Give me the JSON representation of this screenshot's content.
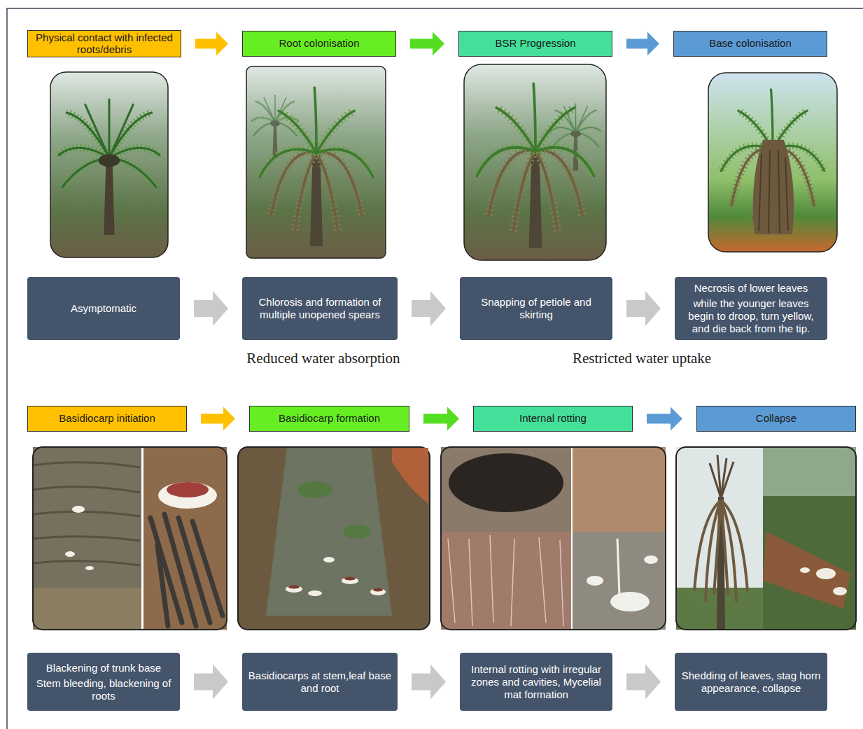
{
  "diagram": {
    "nodes": [
      {
        "text": [
          "Physical contact with infected roots/debris"
        ]
      },
      {
        "text": [
          "Root colonisation"
        ]
      },
      {
        "text": [
          "BSR Progression"
        ]
      },
      {
        "text": [
          "Base colonisation"
        ]
      },
      {
        "text": [
          "Asymptomatic"
        ]
      },
      {
        "text": [
          "Chlorosis and formation of multiple unopened spears"
        ]
      },
      {
        "text": [
          "Snapping of petiole and skirting"
        ]
      },
      {
        "text": [
          "Necrosis of lower leaves",
          "while the younger leaves begin to droop, turn yellow, and die back from the tip."
        ]
      },
      {
        "text": [
          "Basidiocarp initiation"
        ]
      },
      {
        "text": [
          "Basidiocarp formation"
        ]
      },
      {
        "text": [
          "Internal rotting"
        ]
      },
      {
        "text": [
          "Collapse"
        ]
      },
      {
        "text": [
          "Blackening of trunk base",
          "Stem bleeding, blackening of roots"
        ]
      },
      {
        "text": [
          "Basidiocarps at stem,leaf base and root"
        ]
      },
      {
        "text": [
          "Internal rotting with irregular zones and cavities, Mycelial mat formation"
        ]
      },
      {
        "text": [
          "Shedding of leaves, stag horn appearance, collapse"
        ]
      }
    ],
    "edges": [
      {
        "from": 0,
        "to": 1,
        "arrow": "to"
      },
      {
        "from": 1,
        "to": 2,
        "arrow": "to"
      },
      {
        "from": 2,
        "to": 3,
        "arrow": "to"
      },
      {
        "from": 4,
        "to": 5,
        "arrow": "to"
      },
      {
        "from": 5,
        "to": 6,
        "arrow": "to"
      },
      {
        "from": 6,
        "to": 7,
        "arrow": "to"
      },
      {
        "from": 8,
        "to": 9,
        "arrow": "to"
      },
      {
        "from": 9,
        "to": 10,
        "arrow": "to"
      },
      {
        "from": 10,
        "to": 11,
        "arrow": "to"
      },
      {
        "from": 12,
        "to": 13,
        "arrow": "to"
      },
      {
        "from": 13,
        "to": 14,
        "arrow": "to"
      },
      {
        "from": 14,
        "to": 15,
        "arrow": "to"
      }
    ],
    "labels": [
      "Reduced water absorption",
      "Restricted water uptake"
    ]
  }
}
